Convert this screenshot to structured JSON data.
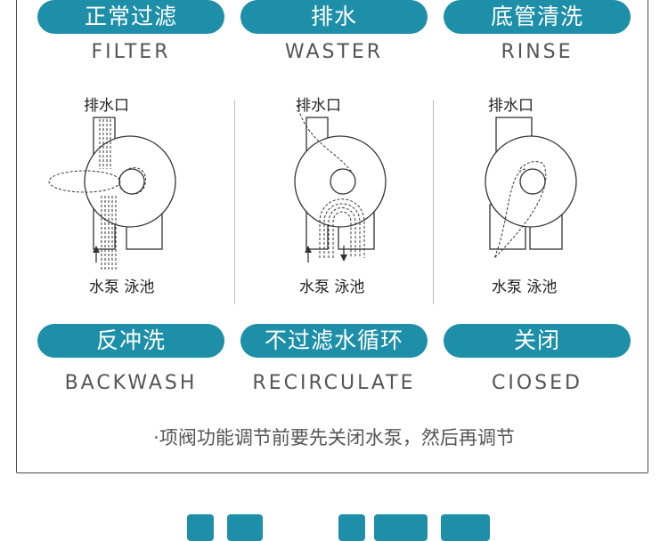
{
  "modes": [
    {
      "cn": "正常过滤",
      "en": "FILTER"
    },
    {
      "cn": "排水",
      "en": "WASTER"
    },
    {
      "cn": "底管清洗",
      "en": "RINSE"
    },
    {
      "cn": "反冲洗",
      "en": "BACKWASH"
    },
    {
      "cn": "不过滤水循环",
      "en": "RECIRCULATE"
    },
    {
      "cn": "关闭",
      "en": "CIOSED"
    }
  ],
  "diagram_labels": {
    "drain": "排水口",
    "pump_pool": "水泵 泳池"
  },
  "note": "·项阀功能调节前要先关闭水泵，然后再调节",
  "colors": {
    "accent": "#1e8fa8"
  }
}
